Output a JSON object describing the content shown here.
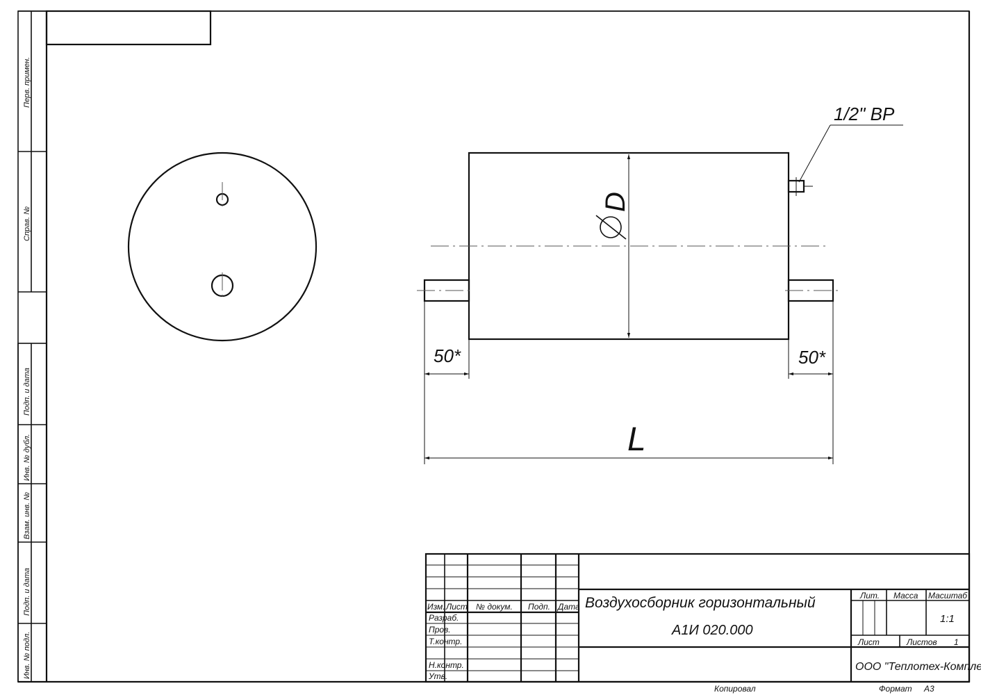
{
  "side_stamps": {
    "perv_primen": "Перв. примен.",
    "sprav_no": "Справ. №",
    "podp_data_1": "Подп. и дата",
    "inv_dubl": "Инв. № дубл.",
    "vzam_inv": "Взам. инв. №",
    "podp_data_2": "Подп. и дата",
    "inv_podl": "Инв. № подл."
  },
  "dimensions": {
    "diameter": "D",
    "port": "1/2\" ВР",
    "left_offset": "50*",
    "right_offset": "50*",
    "length": "L"
  },
  "title_block": {
    "col_izm": "Изм.",
    "col_list": "Лист",
    "col_doc": "№ докум.",
    "col_podp": "Подп.",
    "col_data": "Дата",
    "razrab": "Разраб.",
    "prov": "Пров.",
    "tkontr": "Т.контр.",
    "nkontr": "Н.контр.",
    "utv": "Утв.",
    "name": "Воздухосборник горизонтальный",
    "code": "А1И 020.000",
    "lit": "Лит.",
    "massa": "Масса",
    "masshtab": "Масштаб",
    "scale_value": "1:1",
    "sheet": "Лист",
    "sheets": "Листов",
    "sheets_value": "1",
    "company": "ООО \"Теплотех-Комплект\""
  },
  "footer": {
    "kopiroval": "Копировал",
    "format": "Формат",
    "format_value": "А3"
  }
}
